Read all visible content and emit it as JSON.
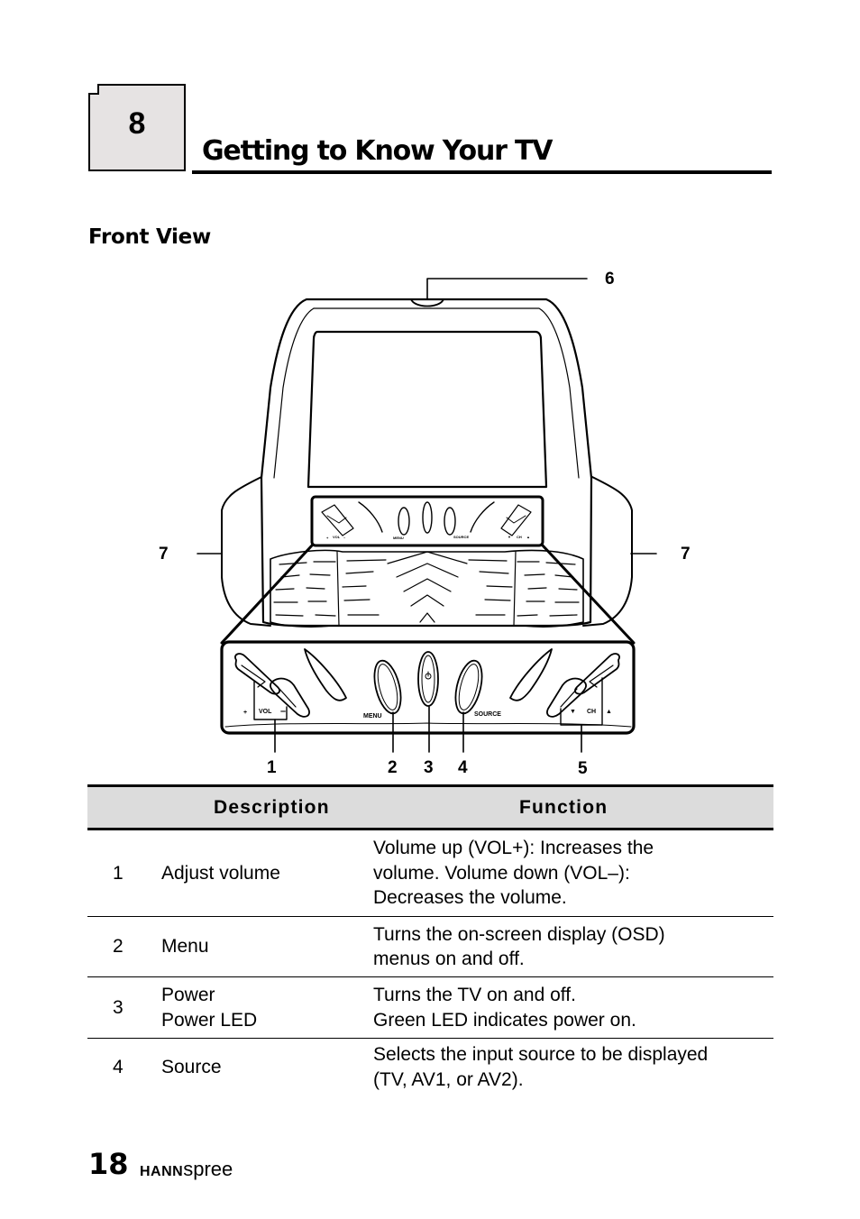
{
  "chapter": {
    "number": "8",
    "title": "Getting to Know Your TV"
  },
  "section": {
    "title": "Front View"
  },
  "diagram": {
    "callouts": [
      "1",
      "2",
      "3",
      "4",
      "5",
      "6",
      "7",
      "7"
    ],
    "panel_labels": {
      "vol": "VOL",
      "plus": "+",
      "minus": "–",
      "menu": "MENU",
      "source": "SOURCE",
      "ch": "CH",
      "down": "▼",
      "up": "▲"
    }
  },
  "table": {
    "headers": {
      "description": "Description",
      "function": "Function"
    },
    "rows": [
      {
        "num": "1",
        "desc": [
          "Adjust volume"
        ],
        "func": [
          "Volume up (VOL+): Increases the",
          "volume. Volume down (VOL–):",
          "Decreases the volume."
        ]
      },
      {
        "num": "2",
        "desc": [
          "Menu"
        ],
        "func": [
          "Turns the on-screen display (OSD)",
          "menus on and off."
        ]
      },
      {
        "num": "3",
        "desc": [
          "Power",
          "Power LED"
        ],
        "func": [
          "Turns the TV on and off.",
          "Green LED indicates power on."
        ]
      },
      {
        "num": "4",
        "desc": [
          "Source"
        ],
        "func": [
          "Selects the input source to be displayed",
          "(TV, AV1, or AV2)."
        ]
      }
    ]
  },
  "footer": {
    "page_number": "18",
    "brand_bold": "HANN",
    "brand_light": "spree"
  }
}
